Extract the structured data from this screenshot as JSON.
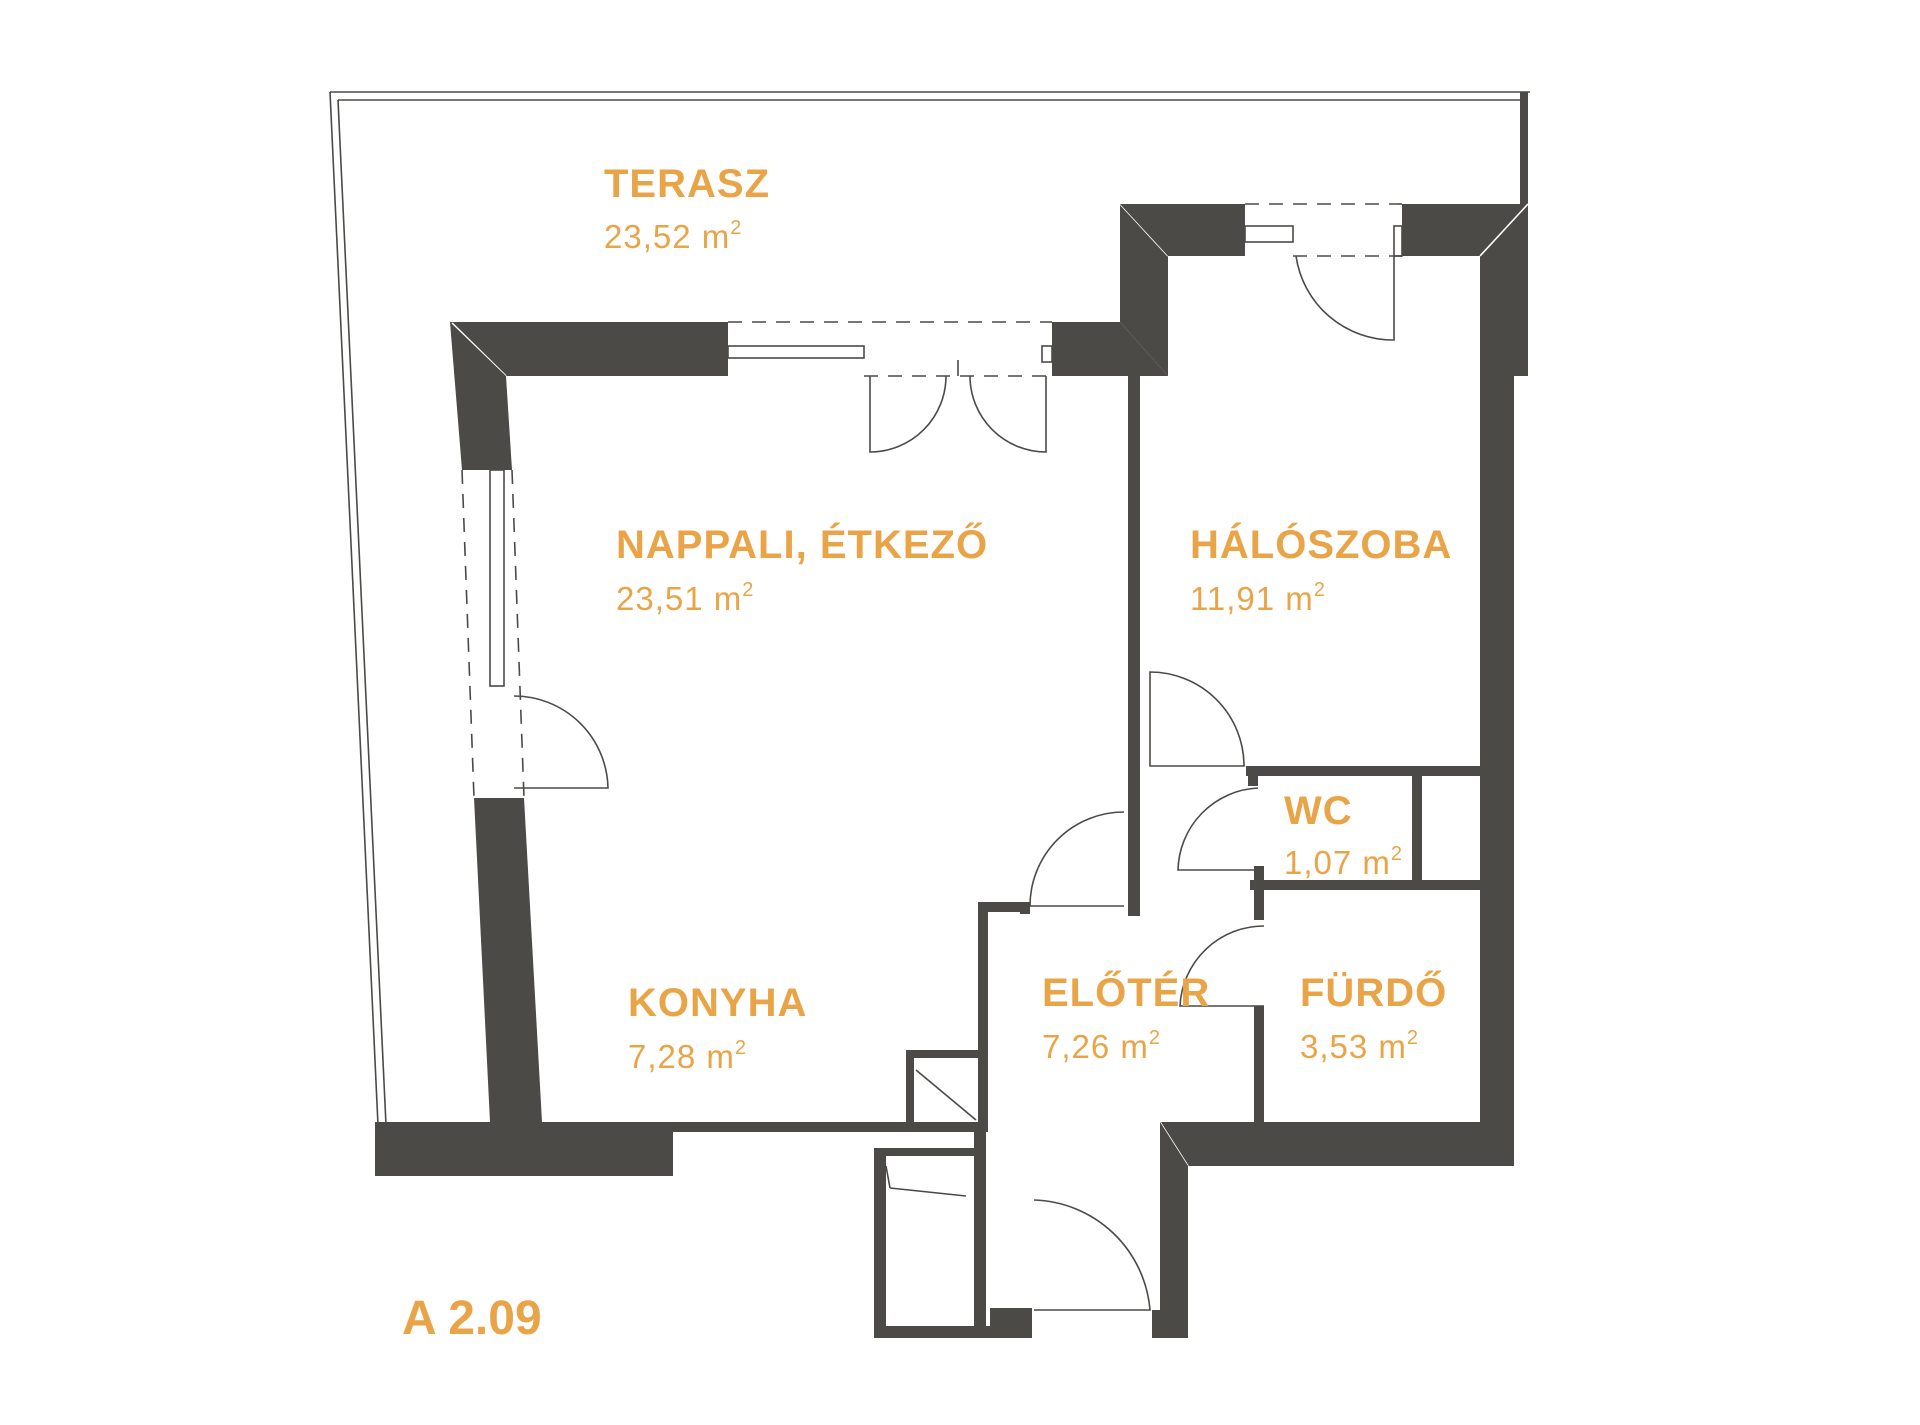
{
  "unit": {
    "id": "A 2.09"
  },
  "rooms": {
    "terasz": {
      "name": "TERASZ",
      "area": "23,52 m",
      "sup": "2"
    },
    "nappali": {
      "name": "NAPPALI, ÉTKEZŐ",
      "area": "23,51 m",
      "sup": "2"
    },
    "haloszoba": {
      "name": "HÁLÓSZOBA",
      "area": "11,91 m",
      "sup": "2"
    },
    "wc": {
      "name": "WC",
      "area": "1,07 m",
      "sup": "2"
    },
    "konyha": {
      "name": "KONYHA",
      "area": "7,28 m",
      "sup": "2"
    },
    "eloter": {
      "name": "ELŐTÉR",
      "area": "7,26 m",
      "sup": "2"
    },
    "furdo": {
      "name": "FÜRDŐ",
      "area": "3,53 m",
      "sup": "2"
    }
  },
  "colors": {
    "wall": "#4b4a46",
    "label": "#eaa448",
    "background": "#ffffff"
  }
}
